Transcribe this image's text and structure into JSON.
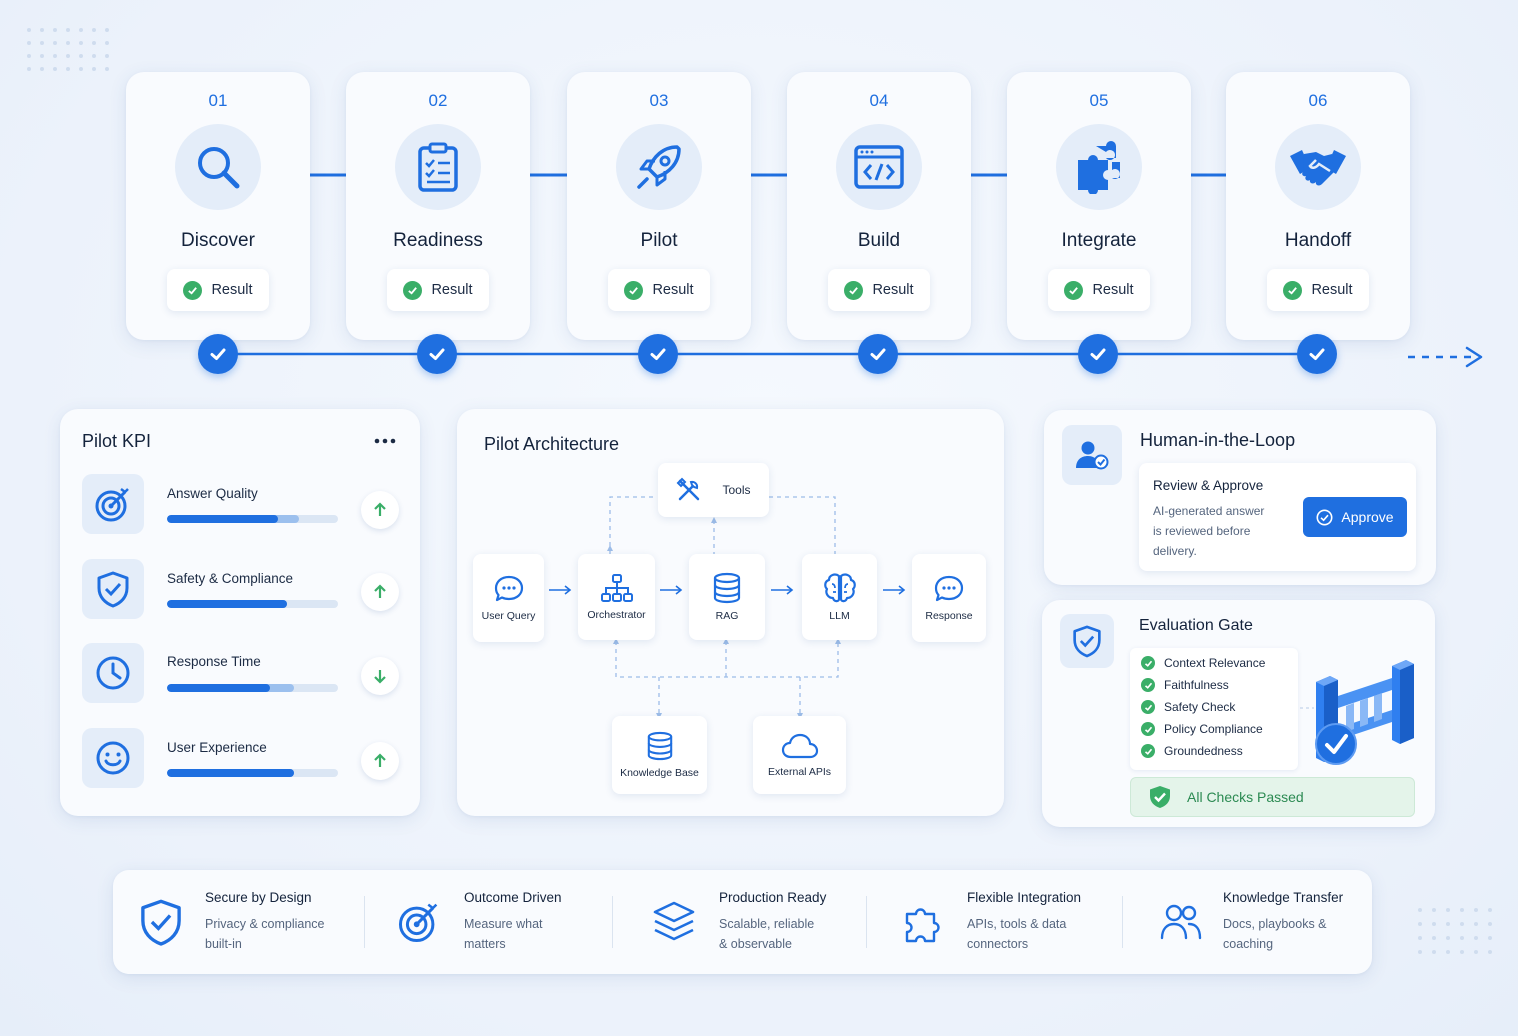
{
  "colors": {
    "primary": "#1f6fe0",
    "success": "#3aae68",
    "text": "#14233c",
    "muted": "#55657e"
  },
  "steps": [
    {
      "number": "01",
      "title": "Discover",
      "result": "Result",
      "icon": "search-icon"
    },
    {
      "number": "02",
      "title": "Readiness",
      "result": "Result",
      "icon": "clipboard-checklist-icon"
    },
    {
      "number": "03",
      "title": "Pilot",
      "result": "Result",
      "icon": "rocket-icon"
    },
    {
      "number": "04",
      "title": "Build",
      "result": "Result",
      "icon": "code-window-icon"
    },
    {
      "number": "05",
      "title": "Integrate",
      "result": "Result",
      "icon": "puzzle-icon"
    },
    {
      "number": "06",
      "title": "Handoff",
      "result": "Result",
      "icon": "handshake-icon"
    }
  ],
  "kpi": {
    "title": "Pilot KPI",
    "items": [
      {
        "label": "Answer Quality",
        "icon": "target-icon",
        "value": 0.65,
        "secondary": 0.77,
        "trend": "up"
      },
      {
        "label": "Safety & Compliance",
        "icon": "shield-check-icon",
        "value": 0.7,
        "secondary": 0.7,
        "trend": "up"
      },
      {
        "label": "Response Time",
        "icon": "clock-icon",
        "value": 0.6,
        "secondary": 0.74,
        "trend": "down"
      },
      {
        "label": "User Experience",
        "icon": "smiley-icon",
        "value": 0.74,
        "secondary": 0.74,
        "trend": "up"
      }
    ]
  },
  "architecture": {
    "title": "Pilot Architecture",
    "nodes": {
      "tools": "Tools",
      "user_query": "User Query",
      "orchestrator": "Orchestrator",
      "rag": "RAG",
      "llm": "LLM",
      "response": "Response",
      "knowledge_base": "Knowledge Base",
      "external_apis": "External APIs"
    }
  },
  "hitl": {
    "title": "Human-in-the-Loop",
    "review_title": "Review & Approve",
    "review_desc_lines": [
      "AI-generated answer",
      "is reviewed before",
      "delivery."
    ],
    "approve_label": "Approve"
  },
  "evaluation": {
    "title": "Evaluation Gate",
    "checks": [
      "Context Relevance",
      "Faithfulness",
      "Safety Check",
      "Policy Compliance",
      "Groundedness"
    ],
    "status": "All Checks Passed"
  },
  "features": [
    {
      "title": "Secure by Design",
      "desc": "Privacy & compliance\nbuilt-in",
      "icon": "shield-check-icon"
    },
    {
      "title": "Outcome Driven",
      "desc": "Measure what\nmatters",
      "icon": "target-icon"
    },
    {
      "title": "Production Ready",
      "desc": "Scalable, reliable\n& observable",
      "icon": "layers-icon"
    },
    {
      "title": "Flexible Integration",
      "desc": "APIs, tools & data\nconnectors",
      "icon": "puzzle-icon"
    },
    {
      "title": "Knowledge Transfer",
      "desc": "Docs, playbooks &\ncoaching",
      "icon": "users-icon"
    }
  ]
}
